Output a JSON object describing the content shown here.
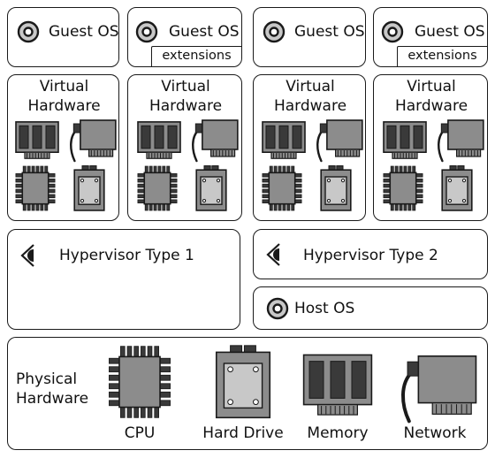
{
  "guests": [
    {
      "label": "Guest OS",
      "extension": ""
    },
    {
      "label": "Guest OS",
      "extension": "extensions"
    },
    {
      "label": "Guest OS",
      "extension": ""
    },
    {
      "label": "Guest OS",
      "extension": "extensions"
    }
  ],
  "virtual_hardware": {
    "title_line1": "Virtual",
    "title_line2": "Hardware"
  },
  "hypervisor1": {
    "label": "Hypervisor Type 1",
    "icon": "eye-icon"
  },
  "hypervisor2": {
    "label": "Hypervisor Type 2",
    "icon": "eye-icon"
  },
  "host_os": {
    "label": "Host OS",
    "icon": "disc-icon"
  },
  "physical_hardware": {
    "title_line1": "Physical",
    "title_line2": "Hardware",
    "components": [
      {
        "label": "CPU",
        "icon": "cpu-icon"
      },
      {
        "label": "Hard Drive",
        "icon": "hard-drive-icon"
      },
      {
        "label": "Memory",
        "icon": "memory-icon"
      },
      {
        "label": "Network",
        "icon": "network-card-icon"
      }
    ]
  },
  "colors": {
    "outline": "#1a1a1a",
    "component_fill": "#8c8c8c",
    "component_light": "#c8c8c8",
    "component_dark": "#3a3a3a"
  }
}
